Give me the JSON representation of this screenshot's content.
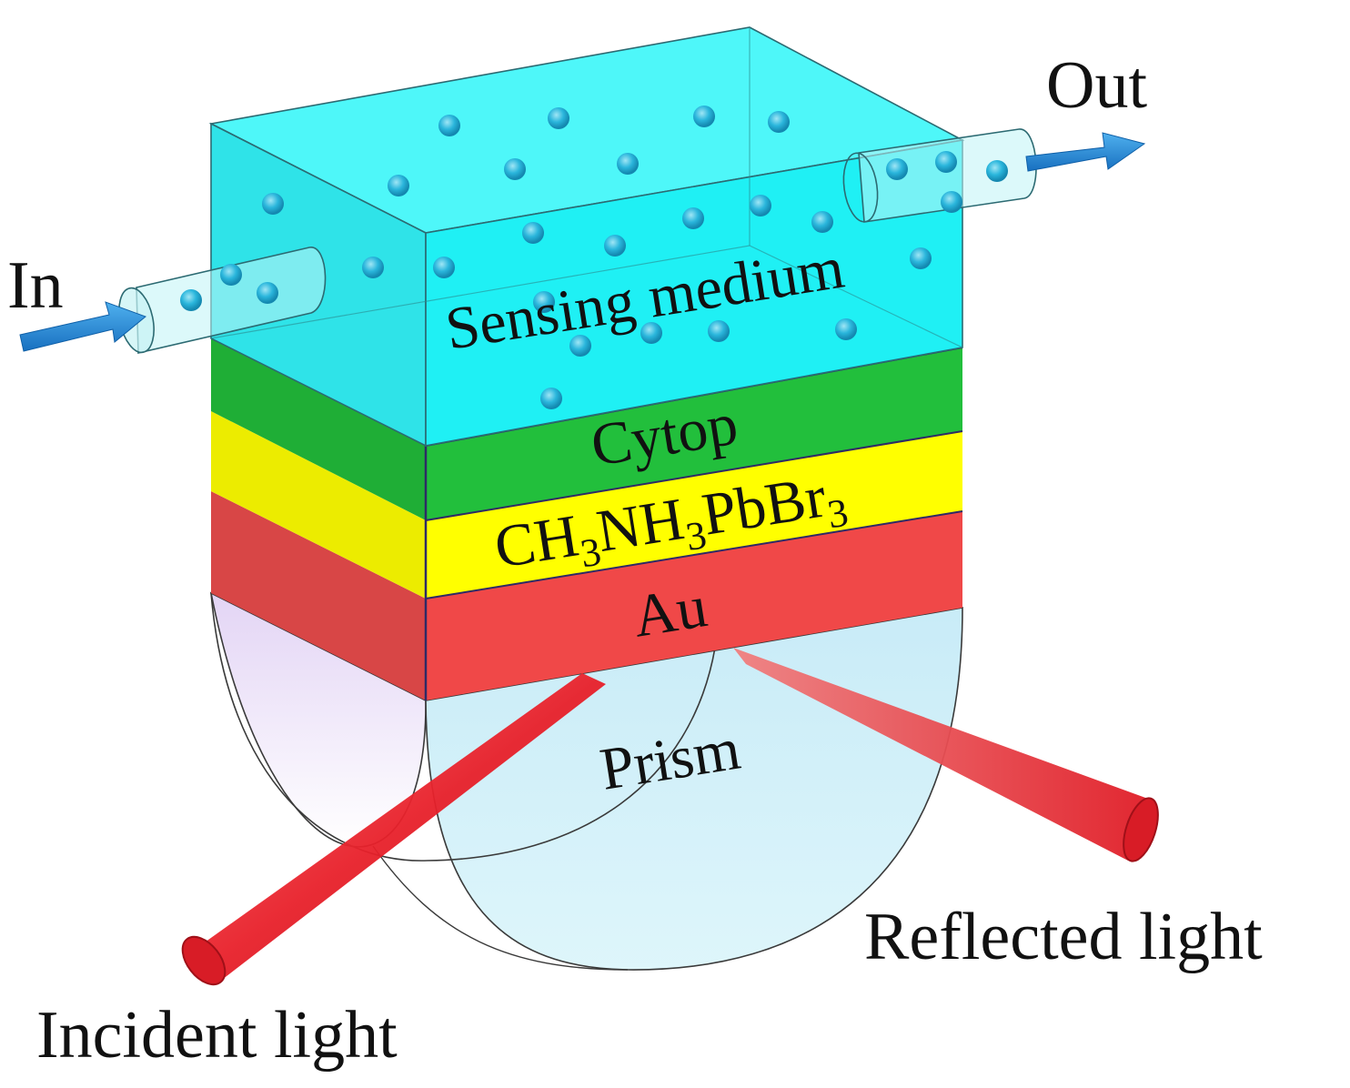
{
  "labels": {
    "in": "In",
    "out": "Out",
    "sensing_medium": "Sensing medium",
    "cytop": "Cytop",
    "perovskite": {
      "parts": [
        {
          "text": "CH",
          "sub": false
        },
        {
          "text": "3",
          "sub": true
        },
        {
          "text": "NH",
          "sub": false
        },
        {
          "text": "3",
          "sub": true
        },
        {
          "text": "PbBr",
          "sub": false
        },
        {
          "text": "3",
          "sub": true
        }
      ]
    },
    "au": "Au",
    "prism": "Prism",
    "incident_light": "Incident light",
    "reflected_light": "Reflected light"
  },
  "colors": {
    "sensing_medium": "#00f0f4",
    "cytop": "#22bf3c",
    "perovskite": "#ffff00",
    "au": "#f04848",
    "prism": "#c8eef8",
    "prism_left": "#e4d8f4",
    "light_beam": "#e8202a",
    "flow_arrow": "#1e88d8",
    "particle": "#1aa8d0"
  }
}
